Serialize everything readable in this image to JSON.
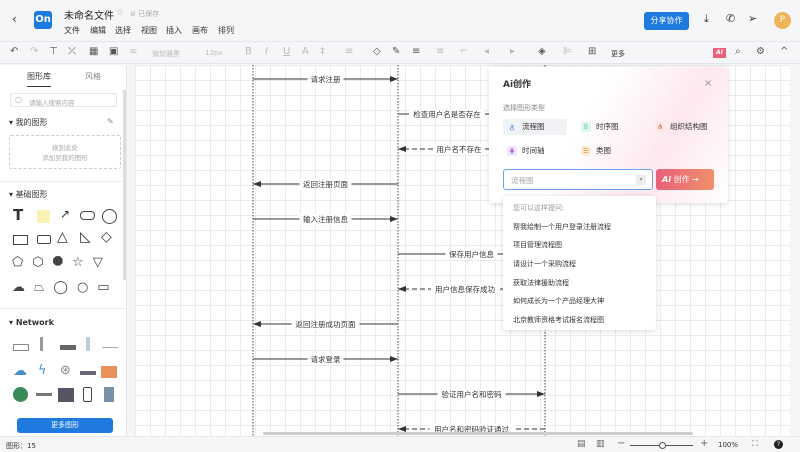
{
  "header": {
    "title": "未命名文件",
    "saved": "已保存",
    "logo": "On",
    "menus": [
      "文件",
      "编辑",
      "选择",
      "视图",
      "插入",
      "画布",
      "排列"
    ],
    "share": "分享协作",
    "avatar": "P"
  },
  "toolbar": {
    "font": "微软雅黑",
    "size": "12px",
    "more": "更多",
    "ai": "AI"
  },
  "sidebar": {
    "tabs": [
      "图形库",
      "风格"
    ],
    "search_placeholder": "请输入搜索内容",
    "my_shapes": "我的图形",
    "drop_hint": [
      "拖到此处",
      "添加到我的图形"
    ],
    "basic": "基础图形",
    "network": "Network",
    "more_btn": "更多图形"
  },
  "diagram": {
    "messages": [
      {
        "from": 0,
        "to": 1,
        "label": "请求注册",
        "dashed": false
      },
      {
        "from": 1,
        "to": 2,
        "label": "检查用户名是否存在",
        "dashed": false
      },
      {
        "from": 2,
        "to": 1,
        "label": "用户名不存在",
        "dashed": true
      },
      {
        "from": 1,
        "to": 0,
        "label": "返回注册页面",
        "dashed": false
      },
      {
        "from": 0,
        "to": 1,
        "label": "输入注册信息",
        "dashed": false
      },
      {
        "from": 1,
        "to": 2,
        "label": "保存用户信息",
        "dashed": false
      },
      {
        "from": 2,
        "to": 1,
        "label": "用户信息保存成功",
        "dashed": true
      },
      {
        "from": 1,
        "to": 0,
        "label": "返回注册成功页面",
        "dashed": false
      },
      {
        "from": 0,
        "to": 1,
        "label": "请求登录",
        "dashed": false
      },
      {
        "from": 1,
        "to": 2,
        "label": "验证用户名和密码",
        "dashed": false
      },
      {
        "from": 2,
        "to": 1,
        "label": "用户名和密码验证通过",
        "dashed": true
      }
    ]
  },
  "ai_panel": {
    "title": "Ai创作",
    "subtitle": "选择图形类型",
    "types": [
      {
        "label": "流程图",
        "color": "#1f7ae0"
      },
      {
        "label": "时序图",
        "color": "#1fb89a"
      },
      {
        "label": "组织结构图",
        "color": "#e05a4a"
      },
      {
        "label": "时间轴",
        "color": "#9b4de0"
      },
      {
        "label": "类图",
        "color": "#e08a2a"
      }
    ],
    "input_value": "流程图",
    "create": "创作",
    "create_prefix": "Ai"
  },
  "suggestions": {
    "header": "您可以这样提问:",
    "items": [
      "帮我绘制一个用户登录注册流程",
      "项目管理流程图",
      "请设计一个采购流程",
      "获取法律援助流程",
      "如何成长为一个产品经理大神",
      "北京教师资格考试报名流程图"
    ]
  },
  "status": {
    "shapes": "图形：15",
    "zoom": "100%",
    "zoom_fraction": 0.5
  }
}
